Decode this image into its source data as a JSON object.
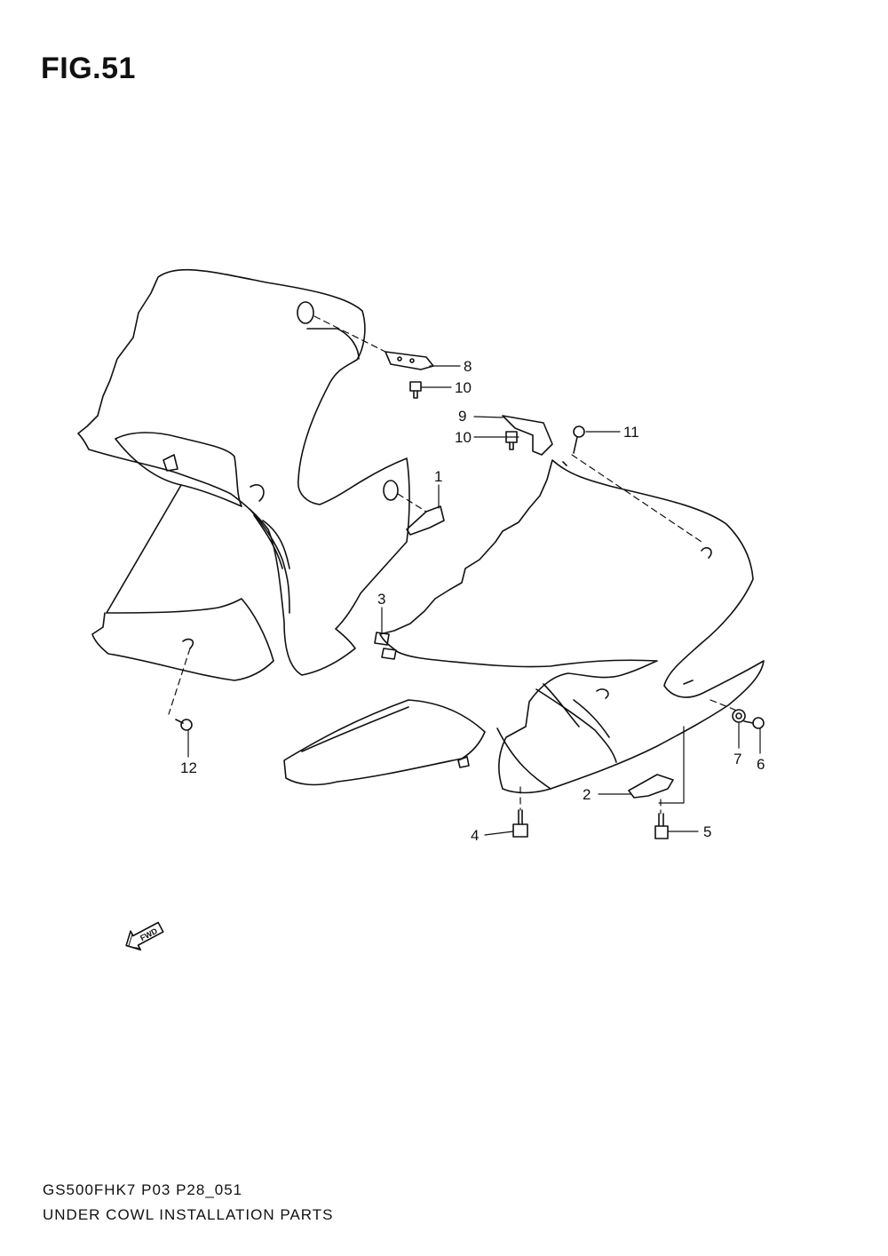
{
  "figure": {
    "title": "FIG.51"
  },
  "callouts": [
    {
      "id": "c1",
      "label": "1"
    },
    {
      "id": "c2",
      "label": "2"
    },
    {
      "id": "c3",
      "label": "3"
    },
    {
      "id": "c4",
      "label": "4"
    },
    {
      "id": "c5",
      "label": "5"
    },
    {
      "id": "c6",
      "label": "6"
    },
    {
      "id": "c7",
      "label": "7"
    },
    {
      "id": "c8",
      "label": "8"
    },
    {
      "id": "c9",
      "label": "9"
    },
    {
      "id": "c10a",
      "label": "10"
    },
    {
      "id": "c10b",
      "label": "10"
    },
    {
      "id": "c11",
      "label": "11"
    },
    {
      "id": "c12",
      "label": "12"
    }
  ],
  "fwd_arrow": {
    "label": "FWD"
  },
  "footer": {
    "code": "GS500FHK7 P03 P28_051",
    "name": "UNDER COWL INSTALLATION PARTS"
  }
}
